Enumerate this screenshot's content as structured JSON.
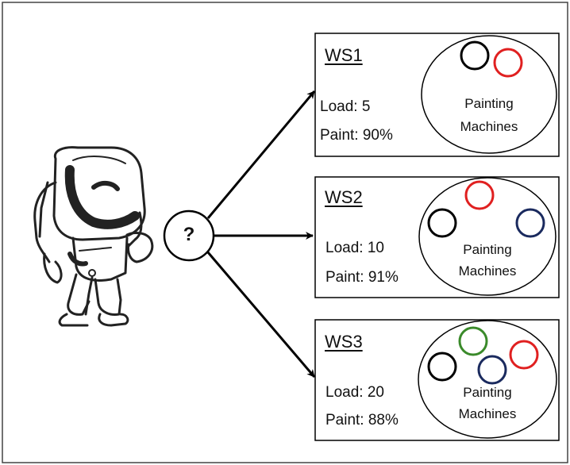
{
  "decision_node": {
    "label": "?"
  },
  "workstations": [
    {
      "title": "WS1",
      "load": "Load: 5",
      "paint": "Paint: 90%",
      "machines_label_1": "Painting",
      "machines_label_2": "Machines",
      "machine_colors": [
        "#000000",
        "#e02020"
      ]
    },
    {
      "title": "WS2",
      "load": "Load: 10",
      "paint": "Paint: 91%",
      "machines_label_1": "Painting",
      "machines_label_2": "Machines",
      "machine_colors": [
        "#e02020",
        "#000000",
        "#1a2a5e"
      ]
    },
    {
      "title": "WS3",
      "load": "Load: 20",
      "paint": "Paint: 88%",
      "machines_label_1": "Painting",
      "machines_label_2": "Machines",
      "machine_colors": [
        "#3a8a2a",
        "#000000",
        "#1a2a5e",
        "#e02020"
      ]
    }
  ],
  "robot": {
    "icon": "robot-icon"
  }
}
